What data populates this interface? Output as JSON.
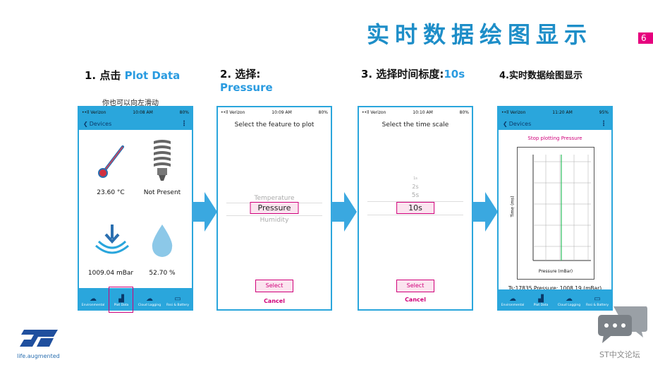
{
  "slide": {
    "title": "实时数据绘图显示",
    "page_number": "6"
  },
  "steps": [
    {
      "prefix": "1. 点击 ",
      "highlight": "Plot Data"
    },
    {
      "prefix": "2. 选择:",
      "highlight": "Pressure"
    },
    {
      "prefix": "3. 选择时间标度:",
      "highlight": "10s"
    },
    {
      "prefix": "4.实时数据绘图显示",
      "highlight": ""
    }
  ],
  "swipe_hint": "你也可以向左滑动",
  "status": [
    {
      "carrier": "••ll Verizon",
      "time": "10:08 AM",
      "battery": "80%"
    },
    {
      "carrier": "••ll Verizon",
      "time": "10:09 AM",
      "battery": "80%"
    },
    {
      "carrier": "••ll Verizon",
      "time": "10:10 AM",
      "battery": "80%"
    },
    {
      "carrier": "••ll Verizon",
      "time": "11:20 AM",
      "battery": "95%"
    }
  ],
  "nav": {
    "back_label": "Devices",
    "menu": "⋮"
  },
  "sensors": [
    {
      "name": "thermometer-icon",
      "value": "23.60 °C"
    },
    {
      "name": "bulb-icon",
      "value": "Not Present"
    },
    {
      "name": "pressure-icon",
      "value": "1009.04 mBar"
    },
    {
      "name": "drop-icon",
      "value": "52.70 %"
    }
  ],
  "tabs": [
    "Environmental",
    "Plot Data",
    "Cloud Logging",
    "Rssi & Battery"
  ],
  "feature_picker": {
    "prompt": "Select the feature to plot",
    "above": "Temperature",
    "selected": "Pressure",
    "below": "Humidity"
  },
  "time_picker": {
    "prompt": "Select the time scale",
    "above3": "1s",
    "above2": "2s",
    "above1": "5s",
    "selected": "10s"
  },
  "buttons": {
    "select": "Select",
    "cancel": "Cancel"
  },
  "plot": {
    "stop_label": "Stop plotting Pressure",
    "ylabel": "Time (ms)",
    "xlabel": "Pressure (mBar)",
    "readout": "Ts:17835 Pressure:  1008.19 (mBar)"
  },
  "footer": {
    "logo_tagline": "life.augmented",
    "forum_label": "ST中文论坛"
  },
  "colors": {
    "accent": "#2aa6dc",
    "highlight": "#d0007a",
    "title": "#1e8ec8"
  }
}
